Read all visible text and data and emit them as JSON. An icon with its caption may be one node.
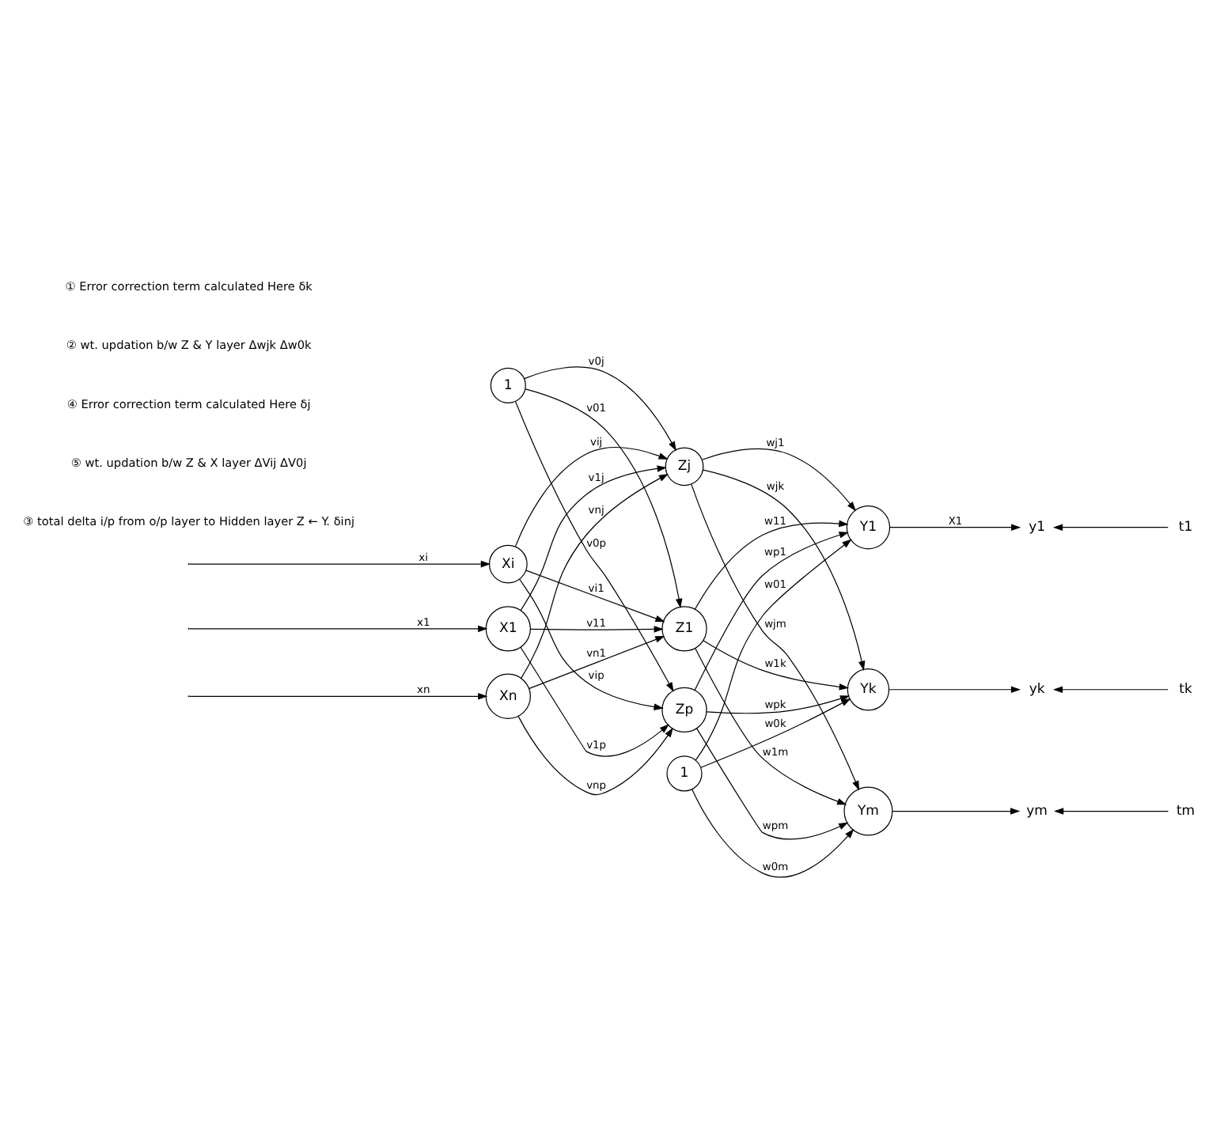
{
  "diagram": {
    "nodes": [
      {
        "text": [
          "1"
        ]
      },
      {
        "text": [
          "1"
        ]
      },
      {
        "text": [
          "X1"
        ]
      },
      {
        "text": [
          "Xi"
        ]
      },
      {
        "text": [
          "Xn"
        ]
      },
      {
        "text": [
          "Z1"
        ]
      },
      {
        "text": [
          "Zj"
        ]
      },
      {
        "text": [
          "Zp"
        ]
      },
      {
        "text": [
          "Y1"
        ]
      },
      {
        "text": [
          "Yk"
        ]
      },
      {
        "text": [
          "Ym"
        ]
      },
      {
        "text": [
          "y1"
        ]
      },
      {
        "text": [
          "yk"
        ]
      },
      {
        "text": [
          "ym"
        ]
      },
      {
        "text": [
          "t1"
        ]
      },
      {
        "text": [
          "tk"
        ]
      },
      {
        "text": [
          "tm"
        ]
      }
    ],
    "edges": [
      {
        "from": null,
        "to": 2,
        "arrow": "to",
        "label": "x1"
      },
      {
        "from": null,
        "to": 3,
        "arrow": "to",
        "label": "xi"
      },
      {
        "from": null,
        "to": 4,
        "arrow": "to",
        "label": "xn"
      },
      {
        "from": 0,
        "to": 5,
        "arrow": "to",
        "label": "v01"
      },
      {
        "from": 0,
        "to": 6,
        "arrow": "to",
        "label": "v0j"
      },
      {
        "from": 0,
        "to": 7,
        "arrow": "to",
        "label": "v0p"
      },
      {
        "from": 2,
        "to": 5,
        "arrow": "to",
        "label": "v11"
      },
      {
        "from": 2,
        "to": 6,
        "arrow": "to",
        "label": "v1j"
      },
      {
        "from": 2,
        "to": 7,
        "arrow": "to",
        "label": "v1p"
      },
      {
        "from": 3,
        "to": 5,
        "arrow": "to",
        "label": "vi1"
      },
      {
        "from": 3,
        "to": 6,
        "arrow": "to",
        "label": "vij"
      },
      {
        "from": 3,
        "to": 7,
        "arrow": "to",
        "label": "vip"
      },
      {
        "from": 4,
        "to": 5,
        "arrow": "to",
        "label": "vn1"
      },
      {
        "from": 4,
        "to": 6,
        "arrow": "to",
        "label": "vnj"
      },
      {
        "from": 4,
        "to": 7,
        "arrow": "to",
        "label": "vnp"
      },
      {
        "from": 1,
        "to": 8,
        "arrow": "to",
        "label": "w01"
      },
      {
        "from": 1,
        "to": 9,
        "arrow": "to",
        "label": "w0k"
      },
      {
        "from": 1,
        "to": 10,
        "arrow": "to",
        "label": "w0m"
      },
      {
        "from": 5,
        "to": 8,
        "arrow": "to",
        "label": "w11"
      },
      {
        "from": 5,
        "to": 9,
        "arrow": "to",
        "label": "w1k"
      },
      {
        "from": 5,
        "to": 10,
        "arrow": "to",
        "label": "w1m"
      },
      {
        "from": 6,
        "to": 8,
        "arrow": "to",
        "label": "wj1"
      },
      {
        "from": 6,
        "to": 9,
        "arrow": "to",
        "label": "wjk"
      },
      {
        "from": 6,
        "to": 10,
        "arrow": "to",
        "label": "wjm"
      },
      {
        "from": 7,
        "to": 8,
        "arrow": "to",
        "label": "wp1"
      },
      {
        "from": 7,
        "to": 9,
        "arrow": "to",
        "label": "wpk"
      },
      {
        "from": 7,
        "to": 10,
        "arrow": "to",
        "label": "wpm"
      },
      {
        "from": 8,
        "to": 11,
        "arrow": "to",
        "label": "X1"
      },
      {
        "from": 9,
        "to": 12,
        "arrow": "to"
      },
      {
        "from": 10,
        "to": 13,
        "arrow": "to"
      },
      {
        "from": 14,
        "to": 11,
        "arrow": "to"
      },
      {
        "from": 15,
        "to": 12,
        "arrow": "to"
      },
      {
        "from": 16,
        "to": 13,
        "arrow": "to"
      }
    ],
    "labels": [
      "③ total delta i/p from o/p layer to Hidden layer Z ← Y. δinj",
      "⑤ wt. updation b/w Z & X layer ΔVij ΔV0j",
      "④ Error correction term calculated Here δj",
      "② wt. updation b/w Z & Y layer Δwjk Δw0k",
      "① Error correction term calculated Here δk"
    ]
  }
}
